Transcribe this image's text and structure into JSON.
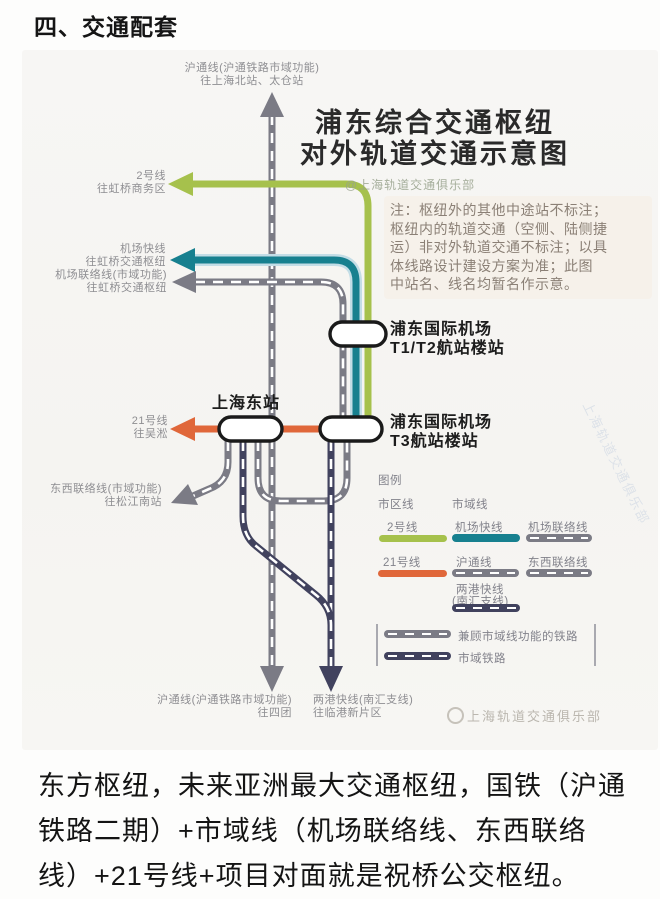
{
  "heading": "四、交通配套",
  "diagram": {
    "title1": "浦东综合交通枢纽",
    "title2": "对外轨道交通示意图",
    "credit": "@上海轨道交通俱乐部",
    "note_lines": [
      "注：枢纽外的其他中途站不标注；",
      "枢纽内的轨道交通（空侧、陆侧捷",
      "运）非对外轨道交通不标注；以具",
      "体线路设计建设方案为准；此图",
      "中站名、线名均暂名作示意。"
    ],
    "endpoints": {
      "top": {
        "l1": "沪通线(沪通铁路市域功能)",
        "l2": "往上海北站、太仓站"
      },
      "line2": {
        "l1": "2号线",
        "l2": "往虹桥商务区"
      },
      "express": {
        "l1": "机场快线",
        "l2": "往虹桥交通枢纽"
      },
      "link": {
        "l1": "机场联络线(市域功能)",
        "l2": "往虹桥交通枢纽"
      },
      "line21": {
        "l1": "21号线",
        "l2": "往吴淞"
      },
      "eastwest": {
        "l1": "东西联络线(市域功能)",
        "l2": "往松江南站"
      },
      "south": {
        "l1": "沪通线(沪通铁路市域功能)",
        "l2": "往四团"
      },
      "lianggang": {
        "l1": "两港快线(南汇支线)",
        "l2": "往临港新片区"
      }
    },
    "stations": {
      "east": "上海东站",
      "t12_1": "浦东国际机场",
      "t12_2": "T1/T2航站楼站",
      "t3_1": "浦东国际机场",
      "t3_2": "T3航站楼站"
    },
    "legend": {
      "title": "图例",
      "col_urban": "市区线",
      "col_suburban": "市域线",
      "line2": "2号线",
      "express": "机场快线",
      "link": "机场联络线",
      "line21": "21号线",
      "hutong": "沪通线",
      "eastwest": "东西联络线",
      "lianggang1": "两港快线",
      "lianggang2": "(南汇支线)",
      "group1": "兼顾市域线功能的铁路",
      "group2": "市域铁路"
    },
    "club": "上海轨道交通俱乐部",
    "side_watermark": "上海轨道交通俱乐部"
  },
  "colors": {
    "line2_green": "#a6c14c",
    "airport_express_teal": "#17808f",
    "express_casing": "#c3dde6",
    "line21_orange": "#e0673a",
    "regional_gray": "#7b7b85",
    "suburban_navy": "#41425e",
    "station_border": "#1a1a1a"
  },
  "footer_lines": [
    "东方枢纽，未来亚洲最大交通枢纽，国铁（沪通",
    "铁路二期）+市域线（机场联络线、东西联络",
    "线）+21号线+项目对面就是祝桥公交枢纽。"
  ]
}
